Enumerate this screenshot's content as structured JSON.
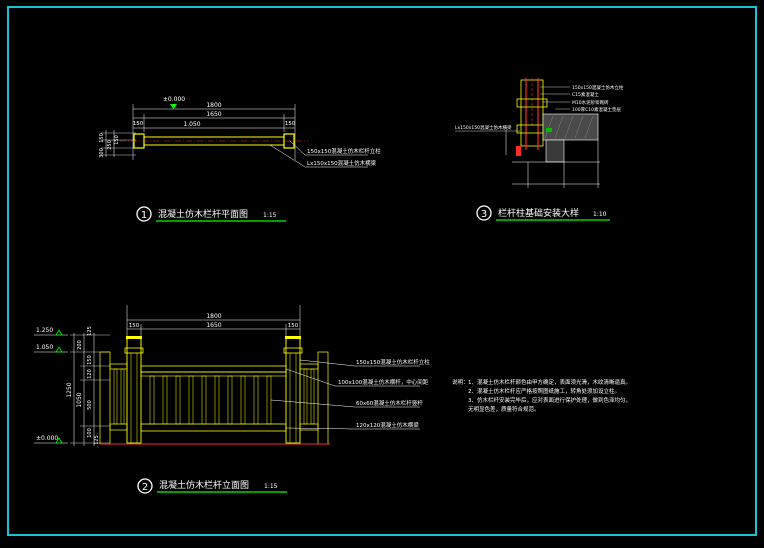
{
  "colors": {
    "background": "#000000",
    "frame": "#19c4d6",
    "dimension": "#ffffff",
    "member": "#ffff00",
    "highlight": "#ff2a2a",
    "callout": "#00ff00",
    "title": "#ffffff"
  },
  "plan": {
    "level": "±0.000",
    "dims": {
      "total": "1800",
      "inner": "1650",
      "span": "1.050",
      "post_left": "150",
      "post_right": "150"
    },
    "side_dims": {
      "a": "150",
      "b": "250",
      "c": "300",
      "d": "150"
    },
    "callouts": [
      "150x150混凝土仿木栏杆立柱",
      "Lx150x150混凝土仿木横梁"
    ],
    "title": {
      "num": "1",
      "text": "混凝土仿木栏杆平面图",
      "scale": "1:15"
    }
  },
  "detail": {
    "callouts": [
      "150x150混凝土仿木立柱",
      "C15素混凝土",
      "M10水泥砂浆砌砖",
      "100厚C10素混凝土垫层",
      "Lx150x150混凝土仿木横梁"
    ],
    "title": {
      "num": "3",
      "text": "栏杆柱基础安装大样",
      "scale": "1:10"
    }
  },
  "elevation": {
    "levels": [
      "1.250",
      "1.050",
      "±0.000"
    ],
    "dims": {
      "total": "1800",
      "inner": "1650",
      "post_left": "150",
      "post_right": "150"
    },
    "left_dims": {
      "overall": "1250",
      "upper": "1050",
      "seg_a": "125",
      "seg_b": "200",
      "seg_c": "150",
      "seg_d": "120",
      "seg_e": "500",
      "seg_f": "100",
      "seg_g": "125"
    },
    "callouts": [
      "150x150混凝土仿木栏杆立柱",
      "100x100混凝土仿木横杆，中心间距",
      "60x60混凝土仿木栏杆竖杆",
      "120x120混凝土仿木横梁"
    ],
    "title": {
      "num": "2",
      "text": "混凝土仿木栏杆立面图",
      "scale": "1:15"
    }
  },
  "notes": {
    "heading": "说明：",
    "items": [
      "1、混凝土仿木栏杆颜色由甲方确定，表面须光滑，木纹清晰逼真。",
      "2、混凝土仿木栏杆应严格按照图纸施工，转角处须加设立柱。",
      "3、仿木栏杆安装完毕后，应对表面进行保护处理，做到色泽均匀，",
      "   无明显色差，质量符合规范。"
    ]
  }
}
